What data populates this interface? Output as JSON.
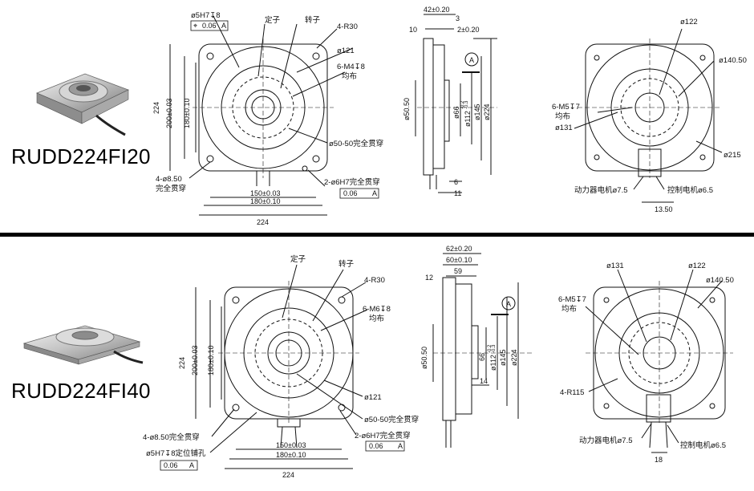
{
  "top": {
    "model": "RUDD224FI20",
    "front": {
      "hole_spec": "ø5H7↧8",
      "tol_symbol": "⌖",
      "tol_value": "0.06",
      "tol_datum": "A",
      "stator": "定子",
      "rotor": "转子",
      "corner_radius": "4-R30",
      "bolt_circle": "ø121",
      "threads": "6-M4↧8",
      "threads_note": "均布",
      "bore": "ø50-50完全贯穿",
      "dowel": "2-ø6H7完全贯穿",
      "dowel_tol": "0.06",
      "dowel_datum": "A",
      "mount_holes": "4-ø8.50",
      "mount_holes_note": "完全贯穿",
      "dim_224_v": "224",
      "dim_200_v": "200±0.03",
      "dim_180_v": "180±0.10",
      "dim_150_h": "150±0.03",
      "dim_180_h": "180±0.10",
      "dim_224_h": "224"
    },
    "side": {
      "d42": "42±0.20",
      "d3": "3",
      "d10": "10",
      "d2": "2±0.20",
      "datum": "A",
      "d50": "ø50.50",
      "d66": "ø66",
      "d112": "ø112",
      "d112_tol_up": "-0.2",
      "d112_tol_dn": "-0.3",
      "d145": "ø145",
      "d224": "ø224",
      "d6": "6",
      "d11": "11"
    },
    "back": {
      "d122": "ø122",
      "d140": "ø140.50",
      "threads": "6-M5↧7",
      "threads_note": "均布",
      "d131": "ø131",
      "d215": "ø215",
      "power_cable": "动力器电机ø7.5",
      "control_cable": "控制电机ø6.5",
      "d13": "13.50"
    }
  },
  "bottom": {
    "model": "RUDD224FI40",
    "front": {
      "stator": "定子",
      "rotor": "转子",
      "corner_radius": "4-R30",
      "threads": "6-M6↧8",
      "threads_note": "均布",
      "dim_224_v": "224",
      "dim_200_v": "200±0.03",
      "dim_180_v": "180±0.10",
      "bolt_circle": "ø121",
      "bore": "ø50-50完全贯穿",
      "dowel": "2-ø6H7完全贯穿",
      "dowel_tol": "0.06",
      "dowel_datum": "A",
      "mount_holes": "4-ø8.50完全贯穿",
      "hole_spec": "ø5H7↧8定位铺孔",
      "tol_value": "0.06",
      "tol_datum": "A",
      "dim_150_h": "150±0.03",
      "dim_180_h": "180±0.10",
      "dim_224_h": "224"
    },
    "side": {
      "d62": "62±0.20",
      "d60": "60±0.10",
      "d59": "59",
      "d12": "12",
      "datum": "A",
      "d50": "ø50.50",
      "d66": "66",
      "d112": "ø112",
      "d112_tol_up": "-0.2",
      "d112_tol_dn": "-0.3",
      "d145": "ø145",
      "d224": "ø224",
      "d14": "14"
    },
    "back": {
      "d131": "ø131",
      "d122": "ø122",
      "d140": "ø140.50",
      "threads": "6-M5↧7",
      "threads_note": "均布",
      "radius": "4-R115",
      "power_cable": "动力器电机ø7.5",
      "control_cable": "控制电机ø6.5",
      "d18": "18"
    }
  }
}
